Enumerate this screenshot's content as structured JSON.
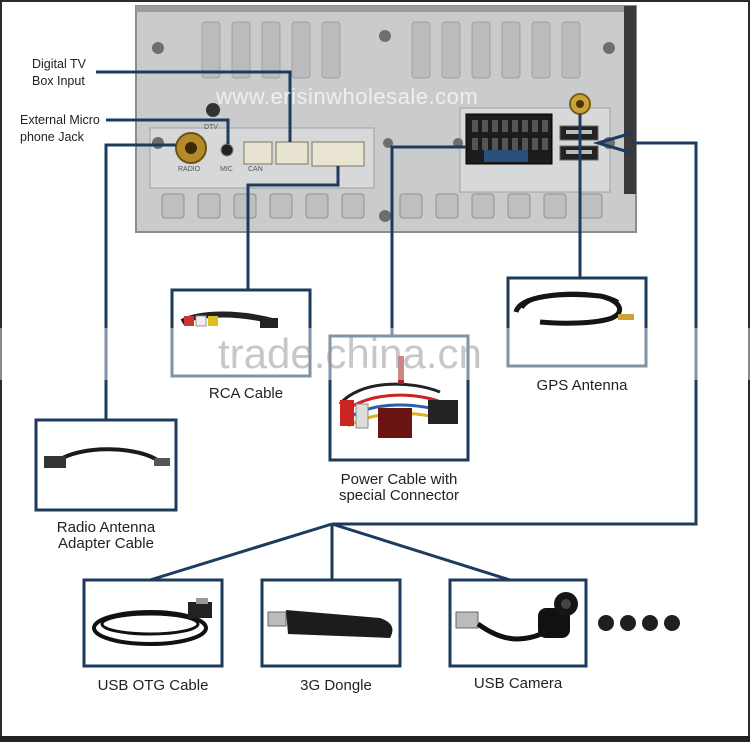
{
  "labels": {
    "digital_tv_line1": "Digital TV",
    "digital_tv_line2": "Box Input",
    "mic_line1": "External Micro",
    "mic_line2": "phone Jack",
    "rca": "RCA Cable",
    "gps": "GPS Antenna",
    "power_line1": "Power Cable with",
    "power_line2": "special Connector",
    "radio_line1": "Radio Antenna",
    "radio_line2": "Adapter Cable",
    "usb_otg": "USB OTG Cable",
    "dongle": "3G Dongle",
    "usb_camera": "USB Camera"
  },
  "panel_markings": {
    "dtv": "DTV",
    "mic": "MIC",
    "radio": "RADIO",
    "can": "CAN"
  },
  "watermarks": {
    "top": "www.erisinwholesale.com",
    "center": "trade.china.cn"
  },
  "colors": {
    "line": "#1d3b5c",
    "panel": "#cfd1d2",
    "box_border": "#1d3b5c",
    "dark_frame": "#2a2a2a"
  }
}
